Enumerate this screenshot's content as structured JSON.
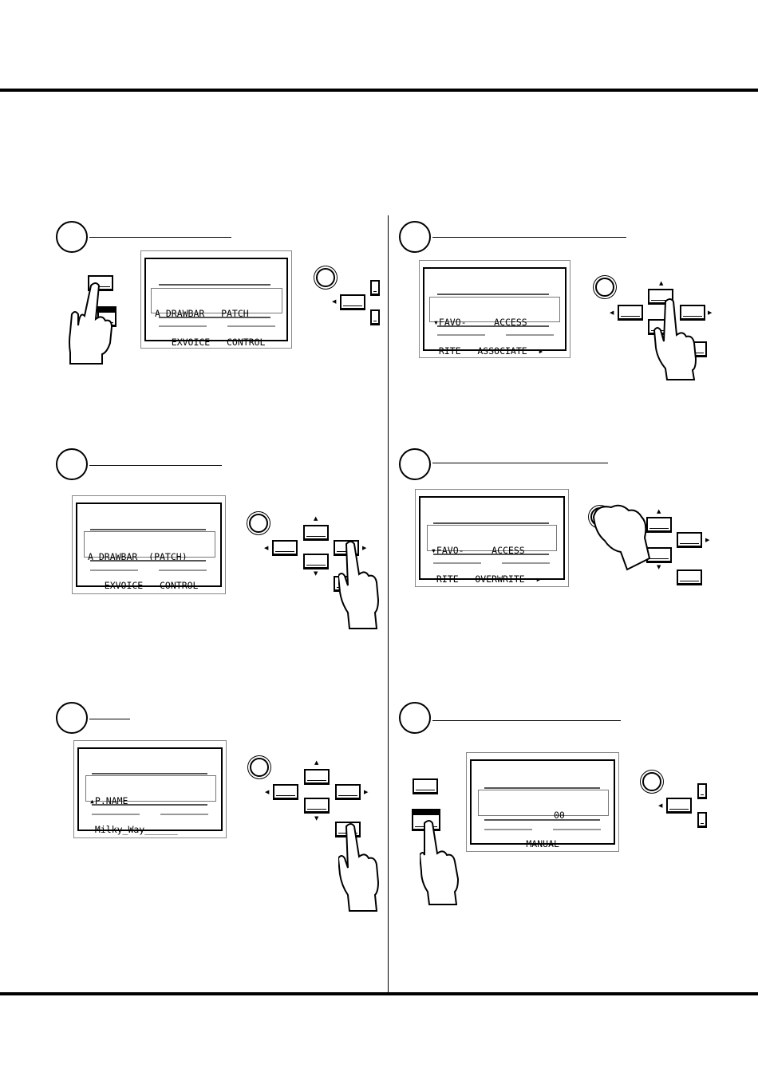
{
  "steps": [
    {
      "lcd": {
        "line1": "A DRAWBAR   PATCH",
        "line2": "   EXVOICE   CONTROL"
      }
    },
    {
      "lcd": {
        "line1": "▾FAVO-     ACCESS",
        "line2": " RITE   ASSOCIATE  ▸"
      }
    },
    {
      "lcd": {
        "line1": "A DRAWBAR  (PATCH)",
        "line2": "   EXVOICE   CONTROL"
      }
    },
    {
      "lcd": {
        "line1": "▾FAVO-     ACCESS",
        "line2": " RITE   OVERWRITE  ▸"
      }
    },
    {
      "lcd": {
        "line1": "▴P.NAME",
        "line2": " Milky_Way______"
      }
    },
    {
      "lcd": {
        "line1": "             00",
        "line2": "        MANUAL"
      }
    }
  ],
  "icons": {
    "hand": "pointing-hand-icon",
    "knob": "dial-knob-icon",
    "arrow": "arrow-button-icon"
  }
}
